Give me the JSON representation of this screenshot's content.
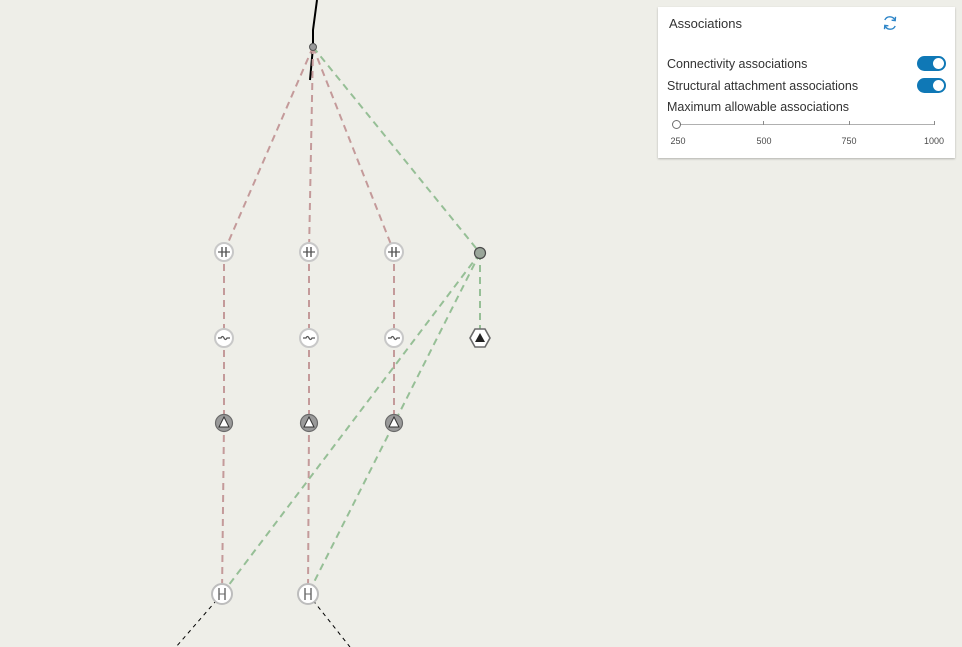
{
  "colors": {
    "background": "#eeeee8",
    "connectivity_line": "#c49a9a",
    "structural_line": "#96bf96",
    "toggle_on": "#0f78b6",
    "feature_line": "#000000"
  },
  "associations_panel": {
    "title": "Associations",
    "refresh_icon": "refresh-icon",
    "connectivity": {
      "label": "Connectivity associations",
      "enabled": true
    },
    "structural": {
      "label": "Structural attachment associations",
      "enabled": true
    },
    "maximum": {
      "label": "Maximum allowable associations",
      "value": 250,
      "min": 250,
      "max": 1000,
      "ticks": [
        "250",
        "500",
        "750",
        "1000"
      ]
    }
  },
  "map": {
    "icons": {
      "disconnect_switch": "disconnect-switch-icon",
      "fuse": "fuse-icon",
      "arrester": "arrester-icon",
      "transformer": "transformer-icon",
      "pole": "pole-icon",
      "junction": "junction-icon"
    }
  }
}
